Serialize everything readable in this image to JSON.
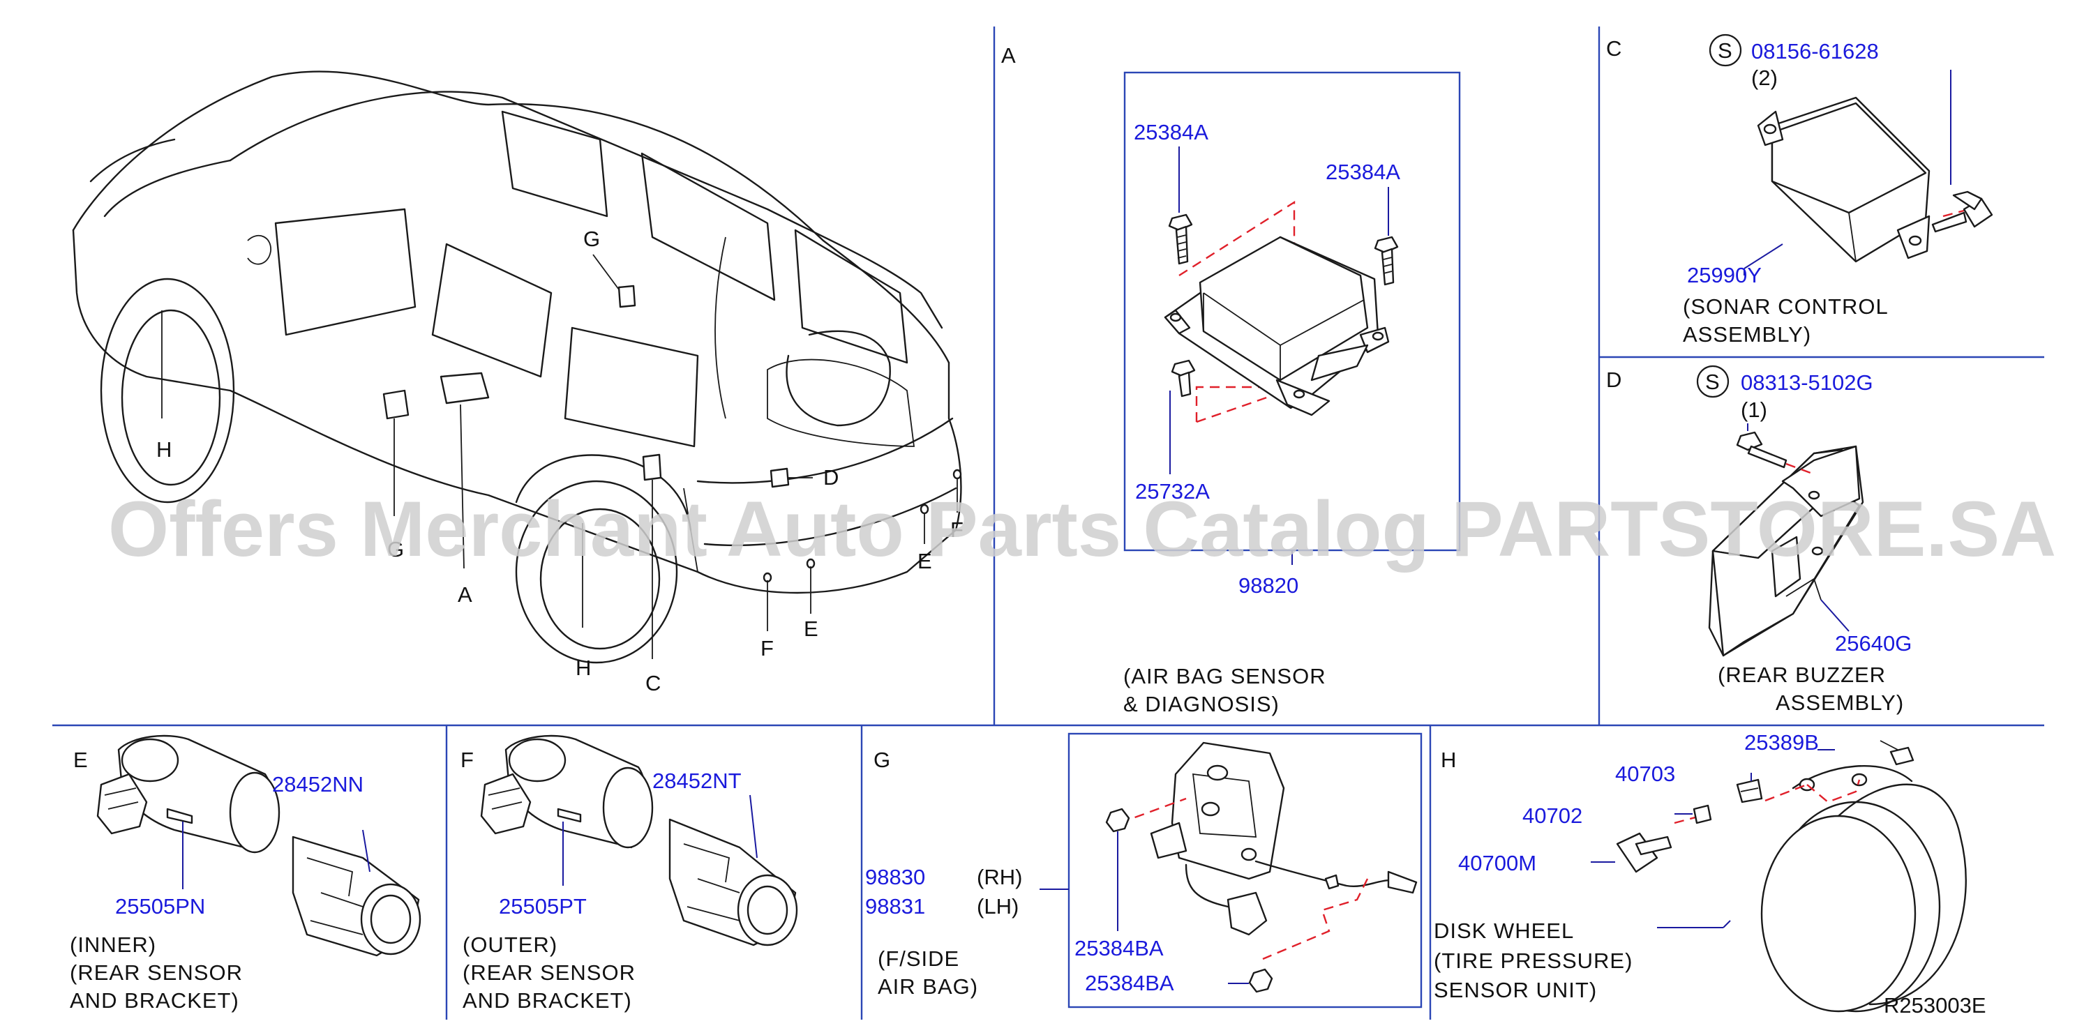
{
  "watermark": "Offers Merchant Auto Parts Catalog PARTSTORE.SA",
  "figure_id": "R253003E",
  "vehicle_callouts": {
    "g_top": "G",
    "h_left": "H",
    "g_low": "G",
    "a": "A",
    "h_low": "H",
    "c": "C",
    "f_low": "F",
    "e_low": "E",
    "e_right": "E",
    "f_right": "F",
    "d": "D"
  },
  "section_a": {
    "letter": "A",
    "bolt_left": "25384A",
    "bolt_right": "25384A",
    "screw": "25732A",
    "assembly": "98820",
    "caption_1": "(AIR  BAG  SENSOR",
    "caption_2": "&  DIAGNOSIS)"
  },
  "section_c": {
    "letter": "C",
    "s_mark": "S",
    "bolt": "08156-61628",
    "bolt_qty": "(2)",
    "part": "25990Y",
    "caption_1": "(SONAR  CONTROL",
    "caption_2": "ASSEMBLY)"
  },
  "section_d": {
    "letter": "D",
    "s_mark": "S",
    "bolt": "08313-5102G",
    "bolt_qty": "(1)",
    "part": "25640G",
    "caption_1": "(REAR  BUZZER",
    "caption_2": "ASSEMBLY)"
  },
  "section_e": {
    "letter": "E",
    "bracket": "28452NN",
    "sensor": "25505PN",
    "caption_1": "(INNER)",
    "caption_2": "(REAR  SENSOR",
    "caption_3": "AND  BRACKET)"
  },
  "section_f": {
    "letter": "F",
    "bracket": "28452NT",
    "sensor": "25505PT",
    "caption_1": "(OUTER)",
    "caption_2": "(REAR  SENSOR",
    "caption_3": "AND  BRACKET)"
  },
  "section_g": {
    "letter": "G",
    "rh_part": "98830",
    "rh_label": "(RH)",
    "lh_part": "98831",
    "lh_label": "(LH)",
    "caption_1": "(F/SIDE",
    "caption_2": "AIR  BAG)",
    "nut_1": "25384BA",
    "nut_2": "25384BA"
  },
  "section_h": {
    "letter": "H",
    "cap": "25389B",
    "core": "40703",
    "grommet": "40702",
    "sensor": "40700M",
    "caption_1": "DISK  WHEEL",
    "caption_2": "(TIRE  PRESSURE)",
    "caption_3": "SENSOR  UNIT)"
  }
}
